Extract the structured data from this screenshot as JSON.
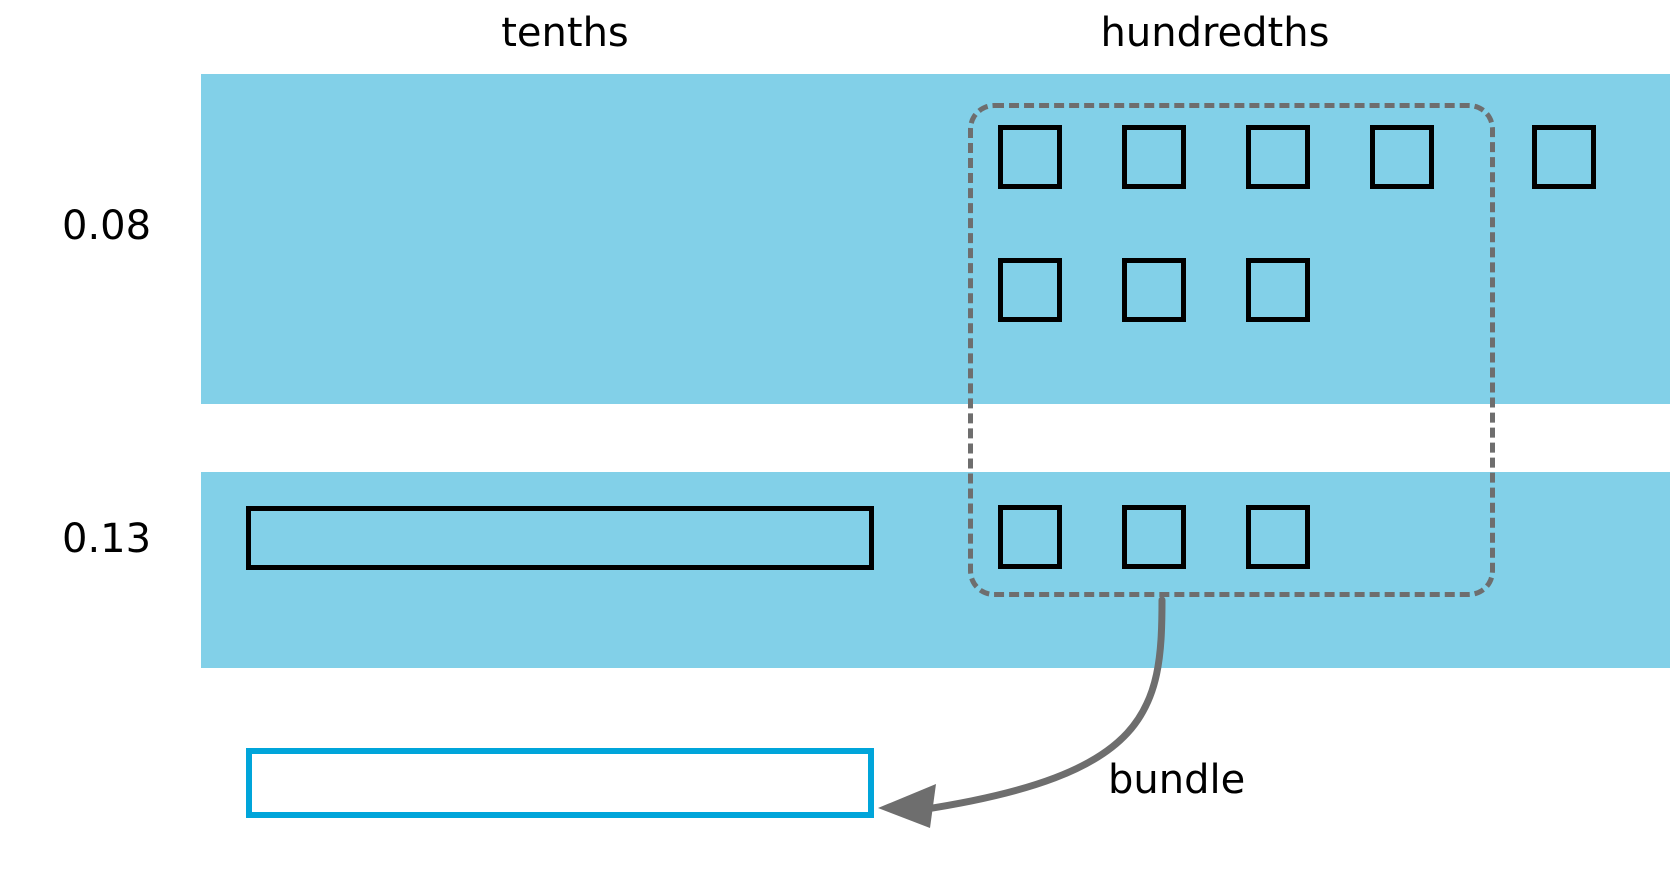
{
  "headers": {
    "tenths": "tenths",
    "hundredths": "hundredths"
  },
  "rows": [
    {
      "label": "0.08",
      "tenths_count": 0,
      "hundredths_count": 8
    },
    {
      "label": "0.13",
      "tenths_count": 1,
      "hundredths_count": 3
    }
  ],
  "annotation": {
    "bundle_label": "bundle"
  },
  "colors": {
    "band_blue": "#82d0e8",
    "result_outline_cyan": "#00a5da",
    "bundle_dash_gray": "#6e6e6e",
    "piece_outline_black": "#000000"
  },
  "icons": {
    "bundle_arrow": "curved-arrow-icon",
    "bundle_region": "dashed-rounded-rectangle-icon"
  },
  "chart_data": {
    "type": "table",
    "title": "Decimal place-value bundling: 0.08 + 0.13",
    "categories": [
      "tenths",
      "hundredths"
    ],
    "series": [
      {
        "name": "0.08",
        "values": [
          0,
          8
        ]
      },
      {
        "name": "0.13",
        "values": [
          1,
          3
        ]
      }
    ],
    "annotations": [
      "bundle"
    ],
    "notes": {
      "bundled_hundredths": 10,
      "bundle_result": "1 tenth",
      "hundredths_outside_bundle_row_1": 1
    },
    "legend": "none",
    "grid": false
  }
}
